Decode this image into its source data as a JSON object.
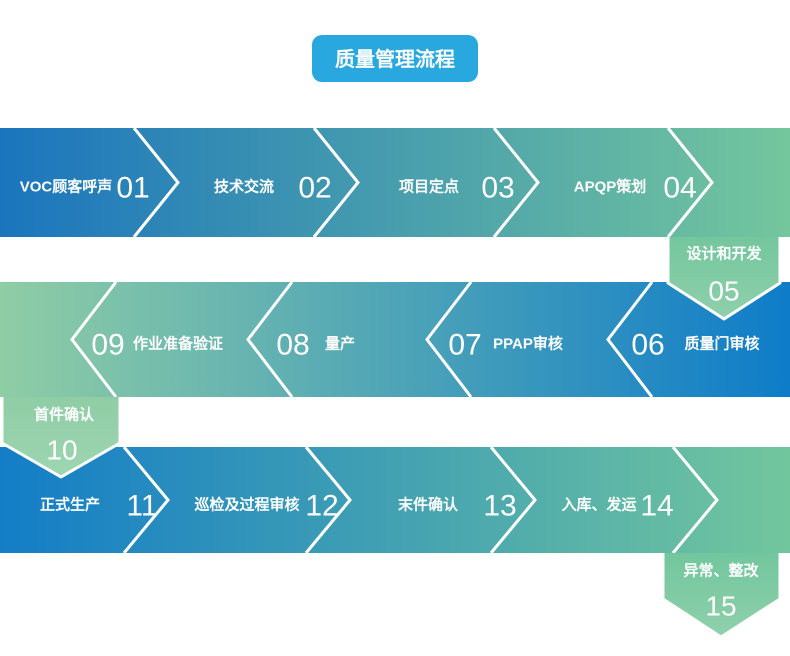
{
  "title_badge": {
    "label": "质量管理流程"
  },
  "colors": {
    "badge": "#29A8E0",
    "row1_start": "#1B75BD",
    "row1_end": "#74C69D",
    "row2_start": "#8FCDA5",
    "row2_end": "#0E7CC9",
    "row3_start": "#137DC7",
    "row3_end": "#72C69D",
    "pent05_start": "#74C69D",
    "pent05_end": "#8FD0AC",
    "pent10_start": "#8FCDA5",
    "pent10_end": "#9ED6B2",
    "pent15_start": "#72C69D",
    "pent15_end": "#8FD0AC",
    "text": "#FFFFFF"
  },
  "flow": {
    "rows": [
      {
        "direction": "right",
        "steps": [
          {
            "num": "01",
            "label": "VOC顾客呼声"
          },
          {
            "num": "02",
            "label": "技术交流"
          },
          {
            "num": "03",
            "label": "项目定点"
          },
          {
            "num": "04",
            "label": "APQP策划"
          }
        ]
      },
      {
        "direction": "left",
        "steps": [
          {
            "num": "06",
            "label": "质量门审核"
          },
          {
            "num": "07",
            "label": "PPAP审核"
          },
          {
            "num": "08",
            "label": "量产"
          },
          {
            "num": "09",
            "label": "作业准备验证"
          }
        ]
      },
      {
        "direction": "right",
        "steps": [
          {
            "num": "11",
            "label": "正式生产"
          },
          {
            "num": "12",
            "label": "巡检及过程审核"
          },
          {
            "num": "13",
            "label": "末件确认"
          },
          {
            "num": "14",
            "label": "入库、发运"
          }
        ]
      }
    ],
    "connectors": [
      {
        "num": "05",
        "label": "设计和开发"
      },
      {
        "num": "10",
        "label": "首件确认"
      },
      {
        "num": "15",
        "label": "异常、整改"
      }
    ]
  }
}
